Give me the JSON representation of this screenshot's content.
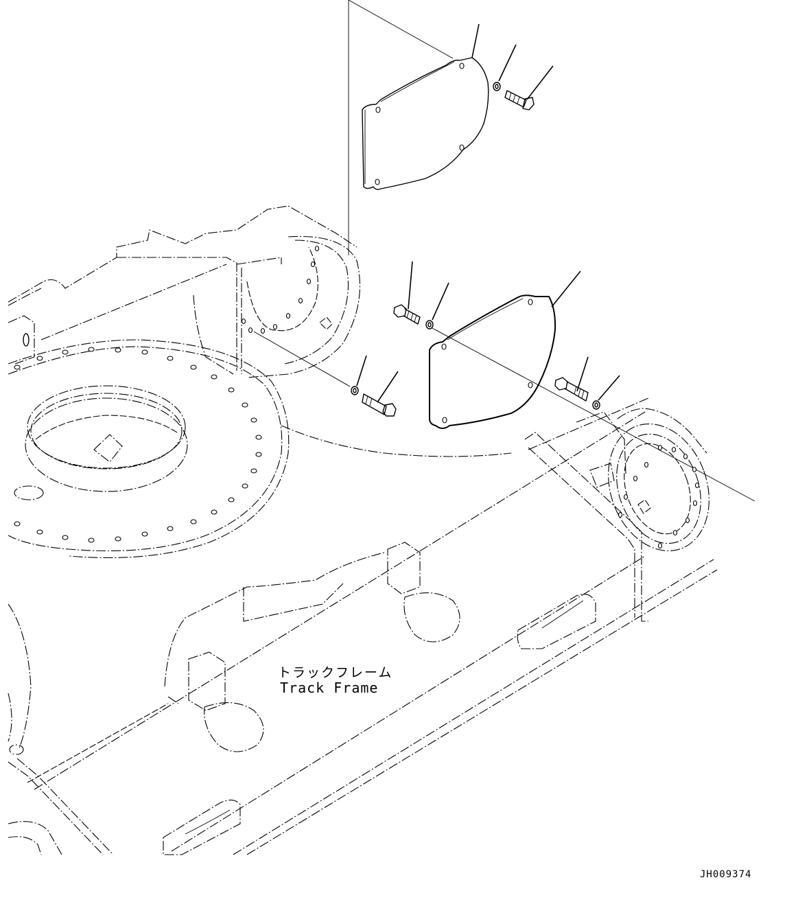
{
  "diagram": {
    "title": "Track Frame cover plate installation (exploded view)",
    "labels": {
      "part_name_jp": "トラックフレーム",
      "part_name_en": "Track Frame",
      "drawing_number": "JH009374"
    },
    "callouts": [
      {
        "id": "upper-cover-plate",
        "kind": "cover-plate"
      },
      {
        "id": "upper-washer",
        "kind": "washer"
      },
      {
        "id": "upper-bolt",
        "kind": "bolt"
      },
      {
        "id": "left-bolt-top",
        "kind": "bolt"
      },
      {
        "id": "left-washer-top",
        "kind": "washer"
      },
      {
        "id": "lower-cover-plate",
        "kind": "cover-plate"
      },
      {
        "id": "left-washer-bottom",
        "kind": "washer"
      },
      {
        "id": "left-bolt-bottom",
        "kind": "bolt"
      },
      {
        "id": "right-bolt",
        "kind": "bolt"
      },
      {
        "id": "right-washer",
        "kind": "washer"
      }
    ],
    "colors": {
      "line": "#000000",
      "background": "#ffffff"
    }
  }
}
